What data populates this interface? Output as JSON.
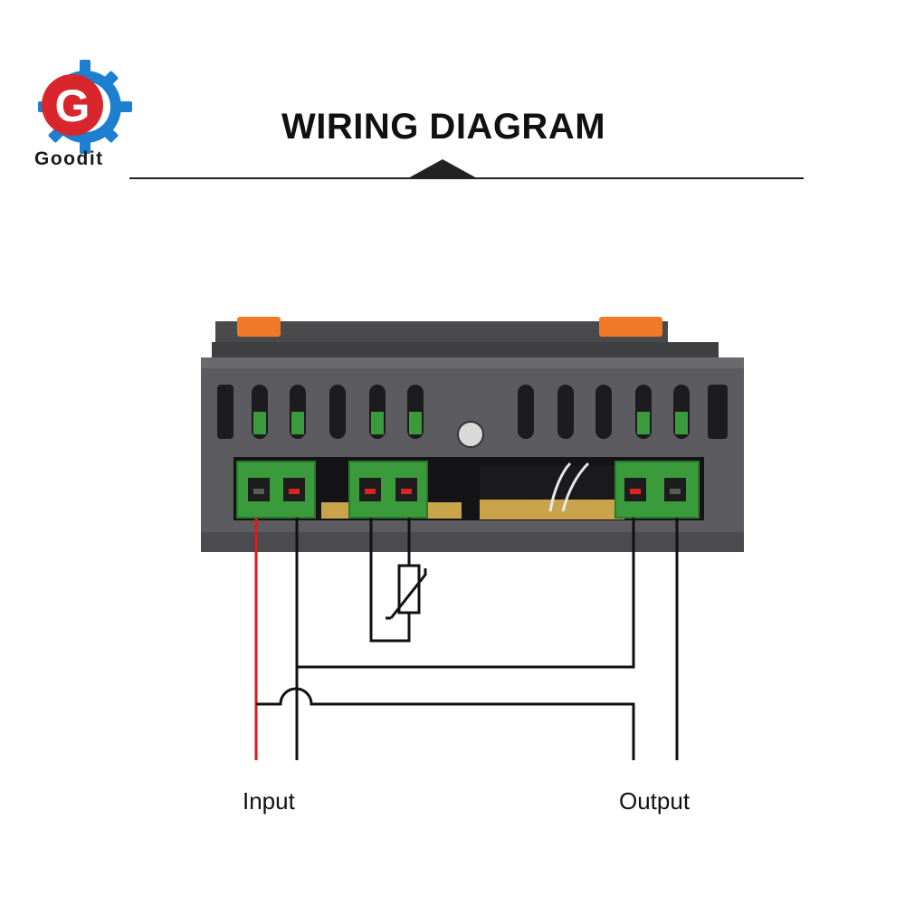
{
  "brand": {
    "name": "Goodit",
    "logo_letter": "G"
  },
  "header": {
    "title": "WIRING DIAGRAM"
  },
  "labels": {
    "input": "Input",
    "output": "Output"
  },
  "colors": {
    "live_wire": "#e0191c",
    "wire": "#111111",
    "housing": "#57575a",
    "terminal_green": "#3a9b3c",
    "logo_red": "#d8262c",
    "logo_blue": "#1d7fd0"
  }
}
